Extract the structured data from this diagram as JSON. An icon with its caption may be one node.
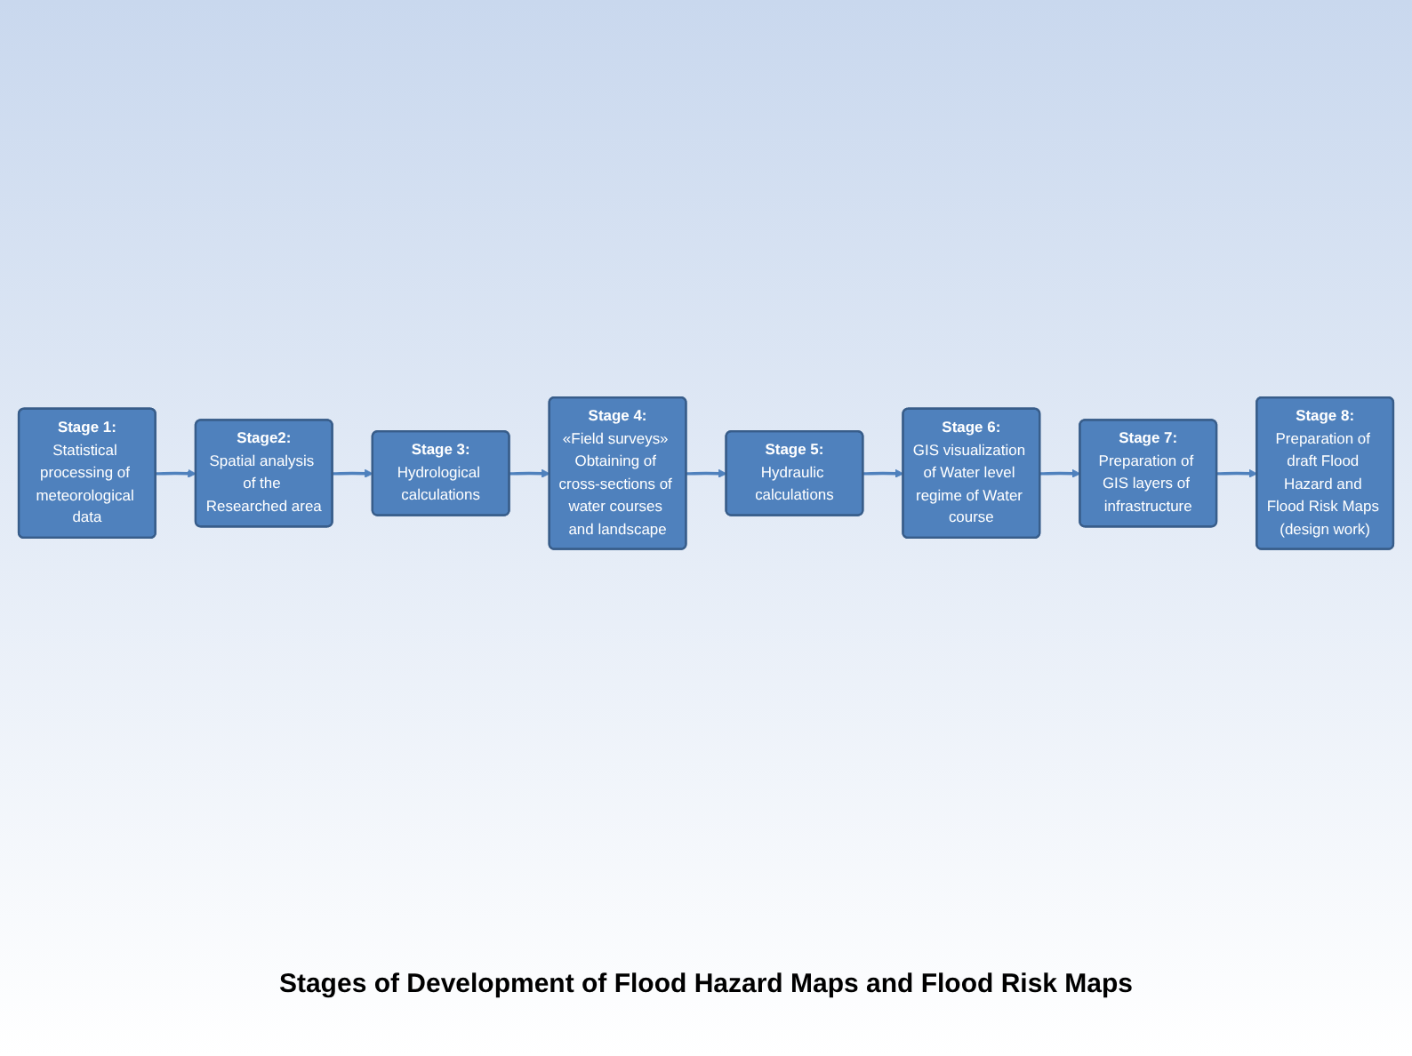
{
  "diagram": {
    "caption": "Stages of Development of Flood Hazard Maps and Flood Risk Maps",
    "nodes": [
      {
        "text": [
          "Stage 1:",
          "Statistical processing of meteorological data"
        ]
      },
      {
        "text": [
          "Stage2:",
          "Spatial analysis of the Researched area"
        ]
      },
      {
        "text": [
          "Stage 3:",
          "Hydrological calculations"
        ]
      },
      {
        "text": [
          "Stage 4:",
          "«Field surveys» Obtaining of cross-sections of water courses and landscape"
        ]
      },
      {
        "text": [
          "Stage 5:",
          "Hydraulic calculations"
        ]
      },
      {
        "text": [
          "Stage 6:",
          "GIS visualization of Water level regime of Water course"
        ]
      },
      {
        "text": [
          "Stage 7:",
          "Preparation of GIS layers of infrastructure"
        ]
      },
      {
        "text": [
          "Stage 8:",
          "Preparation of draft Flood Hazard and Flood Risk Maps (design work)"
        ]
      }
    ],
    "edges": [
      {
        "from": 0,
        "to": 1,
        "arrow": "to"
      },
      {
        "from": 1,
        "to": 2,
        "arrow": "to"
      },
      {
        "from": 2,
        "to": 3,
        "arrow": "to"
      },
      {
        "from": 3,
        "to": 4,
        "arrow": "to"
      },
      {
        "from": 4,
        "to": 5,
        "arrow": "to"
      },
      {
        "from": 5,
        "to": 6,
        "arrow": "to"
      },
      {
        "from": 6,
        "to": 7,
        "arrow": "to"
      }
    ]
  }
}
